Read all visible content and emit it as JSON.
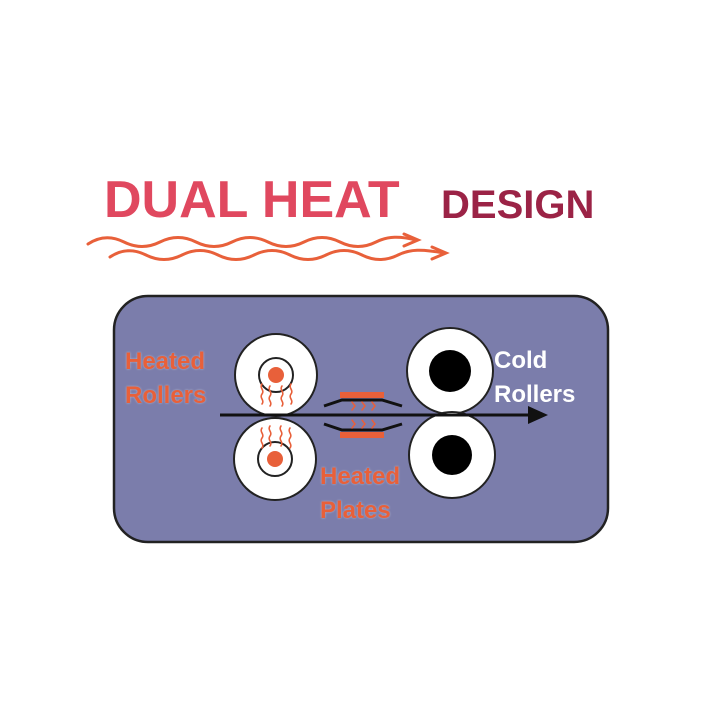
{
  "title": {
    "heat_text": "DUAL HEAT",
    "design_text": "DESIGN"
  },
  "labels": {
    "heated_rollers_line1": "Heated",
    "heated_rollers_line2": "Rollers",
    "heated_plates_line1": "Heated",
    "heated_plates_line2": "Plates",
    "cold_rollers_line1": "Cold",
    "cold_rollers_line2": "Rollers"
  },
  "colors": {
    "heat_title": "#e0485f",
    "design_title": "#9b2346",
    "panel_fill": "#7b7dab",
    "panel_stroke": "#222222",
    "heat_orange": "#e8603a",
    "cold_label": "#ffffff",
    "roller_fill": "#ffffff",
    "roller_stroke": "#222222",
    "cold_core": "#000000",
    "feed_arrow": "#111111"
  },
  "icons": [
    "wavy-heat-arrow-icon",
    "heat-wave-icon",
    "feed-direction-arrow-icon"
  ]
}
